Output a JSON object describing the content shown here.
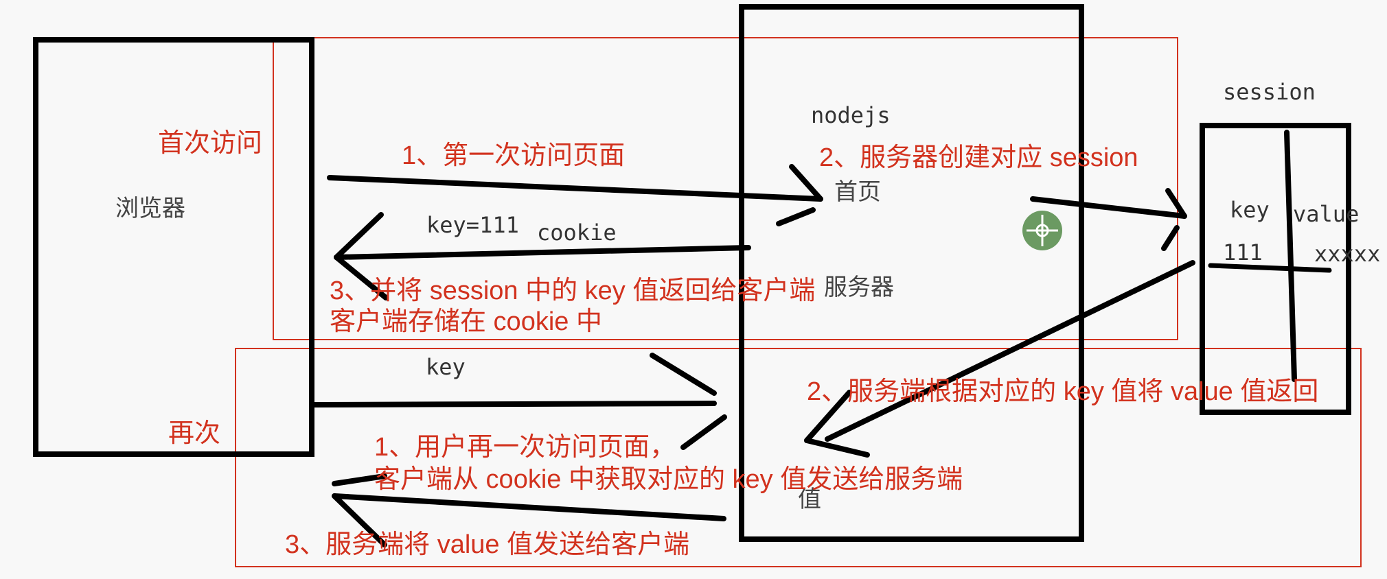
{
  "colors": {
    "annotation": "#d2321e",
    "ink": "#000000",
    "handle": "#6b9a62"
  },
  "labels": {
    "browser": "浏览器",
    "nodejs": "nodejs",
    "homepage": "首页",
    "server": "服务器",
    "session": "session",
    "key_col": "key",
    "value_col": "value",
    "key_val": "111",
    "value_val": "xxxxx",
    "key_eq": "key=111",
    "cookie": "cookie",
    "key_send": "key",
    "value_char": "值"
  },
  "annotations": {
    "first_visit": "首次访问",
    "again": "再次",
    "step1_first": "1、第一次访问页面",
    "step2_first": "2、服务器创建对应 session",
    "step3_first_line1": "3、并将 session 中的 key 值返回给客户端",
    "step3_first_line2": "客户端存储在 cookie 中",
    "step1_again_line1": "1、用户再一次访问页面，",
    "step1_again_line2": "客户端从 cookie 中获取对应的 key 值发送给服务端",
    "step2_again": "2、服务端根据对应的 key 值将 value 值返回",
    "step3_again": "3、服务端将 value 值发送给客户端"
  }
}
